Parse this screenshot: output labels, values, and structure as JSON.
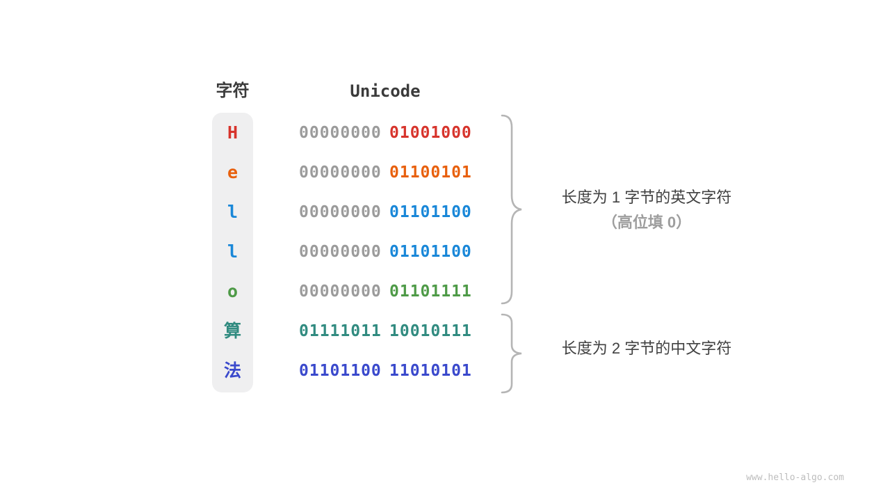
{
  "header": {
    "char_col": "字符",
    "unicode_col": "Unicode"
  },
  "colors": {
    "column_bg": "#efeff0",
    "header_text": "#3b3b3b",
    "zero_gray": "#9b9b9b",
    "brace": "#b5b5b5",
    "label_text": "#414141",
    "label_subtext": "#9e9e9e",
    "watermark": "#bdbdbd"
  },
  "table": {
    "rows": [
      {
        "char": "H",
        "color": "#d7342c",
        "byte1": "00000000",
        "byte1_color": "#9b9b9b",
        "byte2": "01001000",
        "byte2_color": "#d7342c"
      },
      {
        "char": "e",
        "color": "#e8600d",
        "byte1": "00000000",
        "byte1_color": "#9b9b9b",
        "byte2": "01100101",
        "byte2_color": "#e8600d"
      },
      {
        "char": "l",
        "color": "#1987d8",
        "byte1": "00000000",
        "byte1_color": "#9b9b9b",
        "byte2": "01101100",
        "byte2_color": "#1987d8"
      },
      {
        "char": "l",
        "color": "#1987d8",
        "byte1": "00000000",
        "byte1_color": "#9b9b9b",
        "byte2": "01101100",
        "byte2_color": "#1987d8"
      },
      {
        "char": "o",
        "color": "#4e9a47",
        "byte1": "00000000",
        "byte1_color": "#9b9b9b",
        "byte2": "01101111",
        "byte2_color": "#4e9a47"
      },
      {
        "char": "算",
        "color": "#318b80",
        "byte1": "01111011",
        "byte1_color": "#318b80",
        "byte2": "10010111",
        "byte2_color": "#318b80"
      },
      {
        "char": "法",
        "color": "#3a49cc",
        "byte1": "01101100",
        "byte1_color": "#3a49cc",
        "byte2": "11010101",
        "byte2_color": "#3a49cc"
      }
    ]
  },
  "annotations": {
    "english": {
      "line1": "长度为 1 字节的英文字符",
      "line2": "（高位填 0）"
    },
    "chinese": {
      "line1": "长度为 2 字节的中文字符"
    }
  },
  "watermark": "www.hello-algo.com"
}
